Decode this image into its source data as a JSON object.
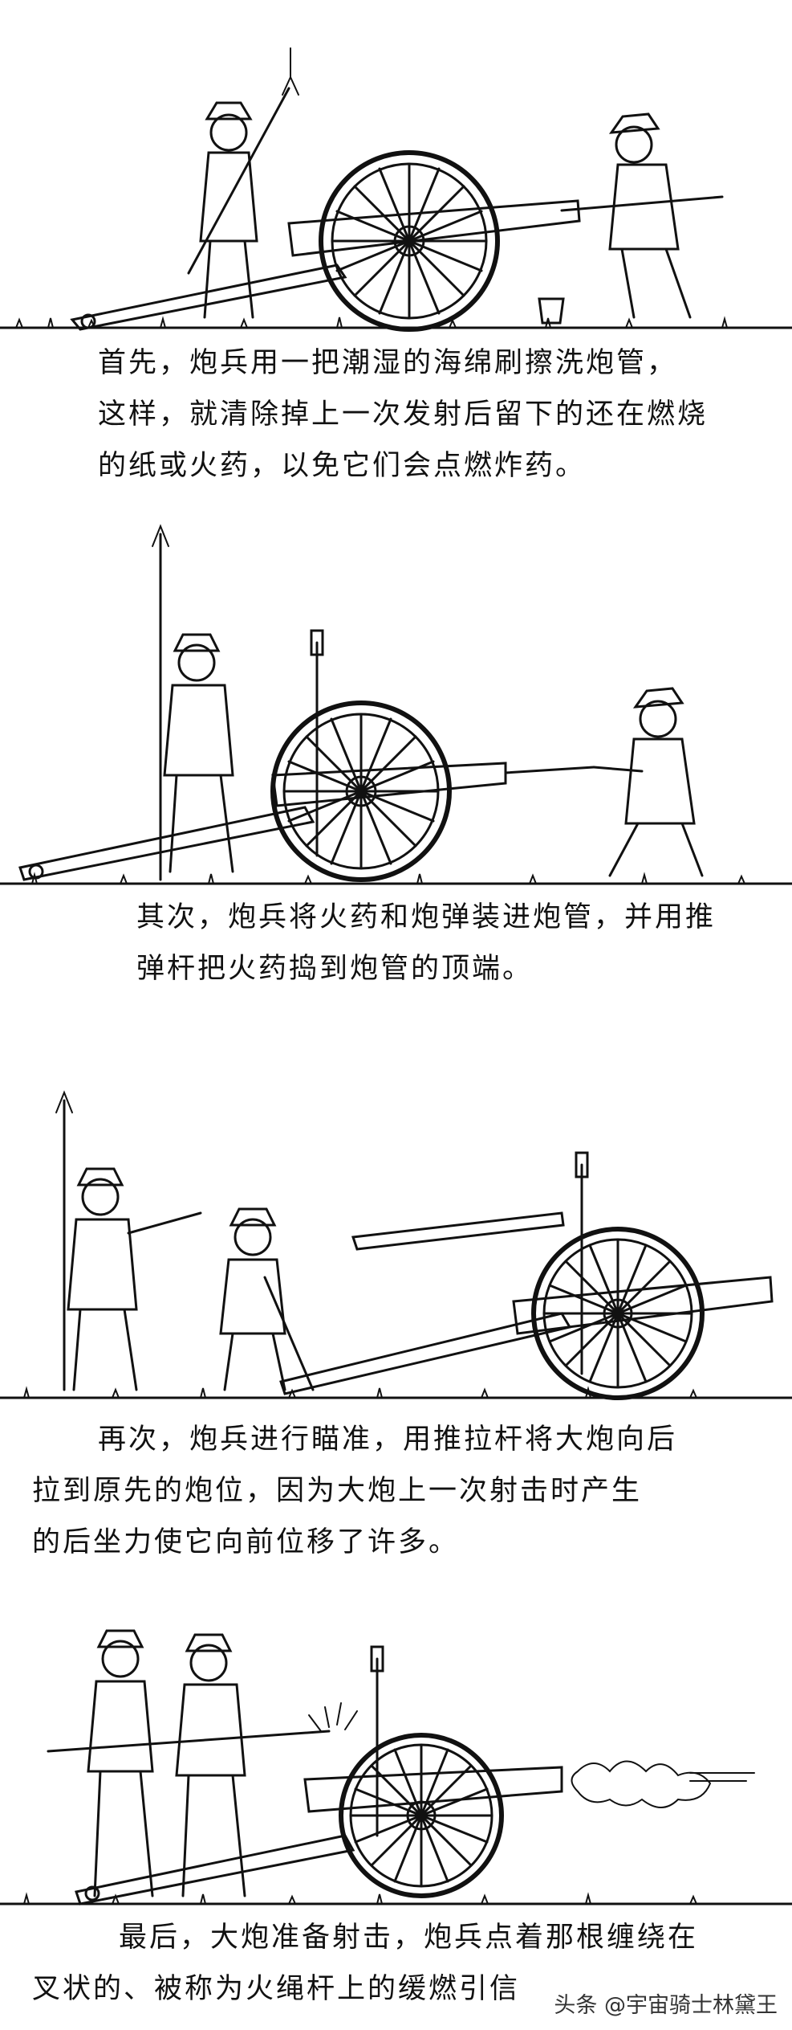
{
  "panels": [
    {
      "caption_lines": [
        "首先，炮兵用一把潮湿的海绵刷擦洗炮管，",
        "这样，就清除掉上一次发射后留下的还在燃烧",
        "的纸或火药，以免它们会点燃炸药。"
      ]
    },
    {
      "caption_lines": [
        "其次，炮兵将火药和炮弹装进炮管，并用推",
        "弹杆把火药捣到炮管的顶端。"
      ]
    },
    {
      "caption_lines": [
        "再次，炮兵进行瞄准，用推拉杆将大炮向后",
        "拉到原先的炮位，因为大炮上一次射击时产生",
        "的后坐力使它向前位移了许多。"
      ]
    },
    {
      "caption_lines": [
        "最后，大炮准备射击，炮兵点着那根缠绕在",
        "叉状的、被称为火绳杆上的缓燃引信"
      ]
    }
  ],
  "watermark": "头条 @宇宙骑士林黛王"
}
